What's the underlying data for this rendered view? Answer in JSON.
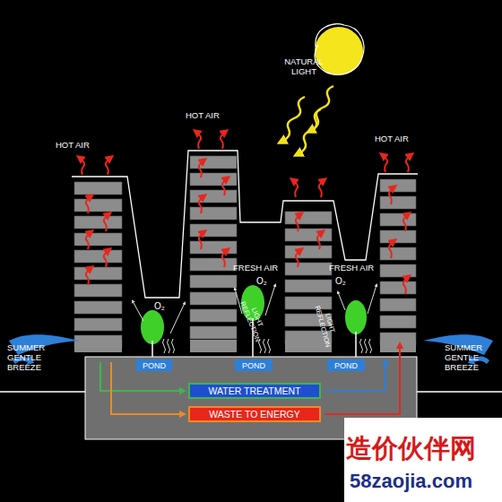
{
  "diagram": {
    "nodes": [
      {
        "text": [
          "POND"
        ]
      },
      {
        "text": [
          "POND"
        ]
      },
      {
        "text": [
          "POND"
        ]
      },
      {
        "text": [
          "WATER TREATMENT"
        ]
      },
      {
        "text": [
          "WASTE TO ENERGY"
        ]
      }
    ],
    "labels": [
      "NATURAL LIGHT",
      "HOT AIR",
      "HOT AIR",
      "HOT AIR",
      "FRESH AIR",
      "FRESH AIR",
      "O₂",
      "O₂",
      "O₂",
      "LIGHT REFLECTION",
      "LIGHT REFLECTION",
      "SUMMER GENTLE BREEZE",
      "SUMMER GENTLE BREEZE",
      "造价伙伴网",
      "58zaojia.com"
    ]
  }
}
